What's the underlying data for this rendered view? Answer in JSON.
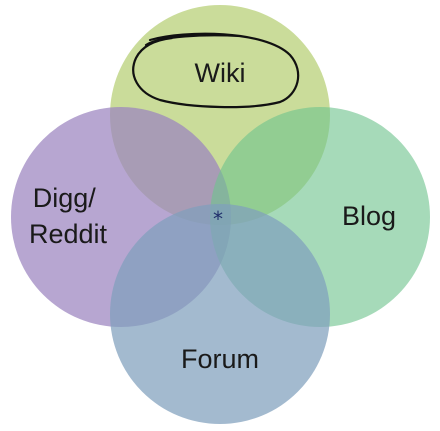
{
  "diagram": {
    "type": "venn",
    "circles": [
      {
        "id": "wiki",
        "label": "Wiki",
        "color": "#b5cf73"
      },
      {
        "id": "digg",
        "label_lines": [
          "Digg/",
          "Reddit"
        ],
        "color": "#9b84bf"
      },
      {
        "id": "blog",
        "label": "Blog",
        "color": "#6fc38e"
      },
      {
        "id": "forum",
        "label": "Forum",
        "color": "#7f9fbc"
      }
    ],
    "center_marker": "*",
    "highlight": {
      "target": "wiki",
      "style": "hand-drawn circle",
      "color": "#111111"
    }
  }
}
